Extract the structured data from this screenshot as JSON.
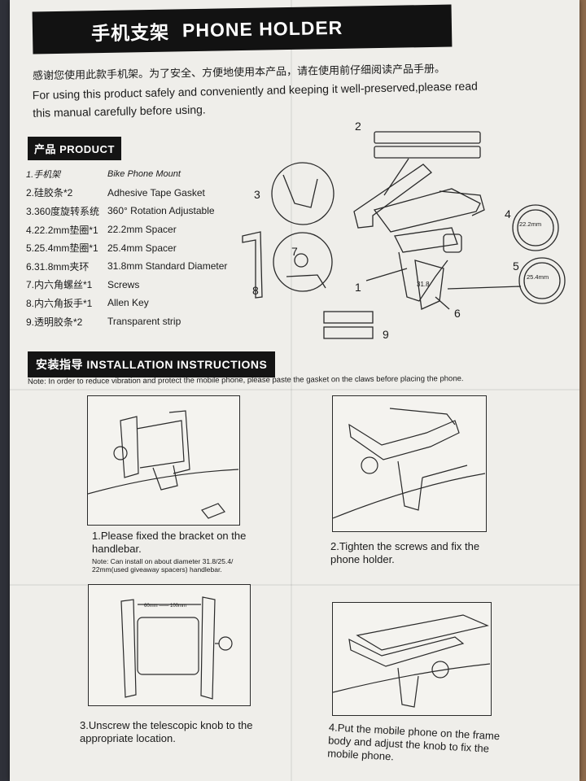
{
  "header": {
    "title_cn": "手机支架",
    "title_en": "PHONE HOLDER"
  },
  "intro": {
    "cn": "感谢您使用此款手机架。为了安全、方便地使用本产品，请在使用前仔细阅读产品手册。",
    "en": "For using this product safely and conveniently and keeping it well-preserved,please read this manual carefully before using."
  },
  "product_section": {
    "tag": "产品 PRODUCT",
    "parts": [
      {
        "cn": "1.手机架",
        "en": "Bike Phone Mount"
      },
      {
        "cn": "2.硅胶条*2",
        "en": "Adhesive Tape Gasket"
      },
      {
        "cn": "3.360度旋转系统",
        "en": "360° Rotation Adjustable"
      },
      {
        "cn": "4.22.2mm垫圈*1",
        "en": "22.2mm Spacer"
      },
      {
        "cn": "5.25.4mm垫圈*1",
        "en": "25.4mm Spacer"
      },
      {
        "cn": "6.31.8mm夹环",
        "en": "31.8mm Standard Diameter"
      },
      {
        "cn": "7.内六角螺丝*1",
        "en": "Screws"
      },
      {
        "cn": "8.内六角扳手*1",
        "en": "Allen Key"
      },
      {
        "cn": "9.透明胶条*2",
        "en": "Transparent strip"
      }
    ]
  },
  "diagram_labels": {
    "n1": "1",
    "n2": "2",
    "n3": "3",
    "n4": "4",
    "n5": "5",
    "n6": "6",
    "n7": "7",
    "n8": "8",
    "n9": "9",
    "spacer_22": "22.2mm",
    "spacer_25": "25.4mm",
    "clamp_318": "31.8"
  },
  "install_section": {
    "tag": "安装指导 INSTALLATION INSTRUCTIONS",
    "note": "Note: In order to reduce vibration and protect the mobile phone, please paste the gasket on the claws before placing the phone."
  },
  "steps": [
    {
      "text": "1.Please fixed the bracket on the handlebar.",
      "sub": "Note: Can install on about diameter 31.8/25.4/ 22mm(used giveaway spacers) handlebar."
    },
    {
      "text": "2.Tighten the screws and fix the phone holder."
    },
    {
      "text": "3.Unscrew the telescopic knob to the appropriate location.",
      "range_label": "60mm —— 100mm"
    },
    {
      "text": "4.Put the mobile phone on the frame body and adjust the knob to fix the mobile phone."
    }
  ],
  "colors": {
    "paper": "#efeeea",
    "ink": "#1a1a1a",
    "tag_bg": "#141414"
  }
}
